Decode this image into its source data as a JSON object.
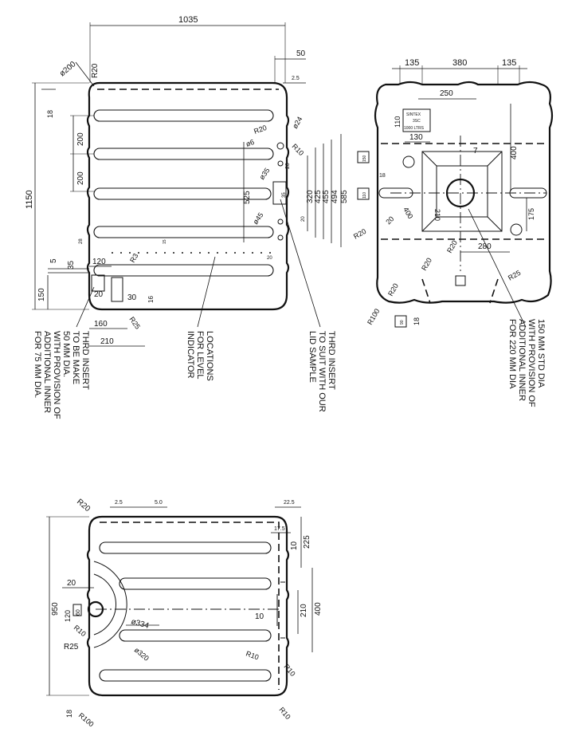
{
  "top_view": {
    "overall_width": "1035",
    "overall_height": "1150",
    "offset_50": "50",
    "wall_2_5": "2.5",
    "radius_r20": "R20",
    "diameter_200": "ø200",
    "dim_18": "18",
    "rib_spacing": [
      "200",
      "200"
    ],
    "dim_525": "525",
    "dims_stack": [
      "320",
      "425",
      "455",
      "494",
      "585"
    ],
    "diameter_24": "ø24",
    "diameter_6": "ø6",
    "radius_r10": "R10",
    "diameter_35": "ø35",
    "diameter_45": "ø45",
    "dim_35_small": "35",
    "dim_20_right": "20",
    "dim_20_a": "20",
    "dim_20_b": "20",
    "dim_15": "15",
    "dim_28": "28",
    "dim_5": "5",
    "dim_35": "35",
    "dim_120": "120",
    "radius_r3": "R3",
    "dim_150": "150",
    "dim_20_bottom": "20",
    "dim_30": "30",
    "dim_16": "16",
    "dim_160": "160",
    "radius_r25": "R25",
    "dim_210": "210",
    "note_left": [
      "THRD INSERT",
      "TO BE MAKE",
      "50 MM DIA.",
      "WITH PROVISION OF",
      "ADDITIONAL INNER",
      "FOR 75 MM DIA."
    ],
    "note_middle": [
      "LOCATIONS",
      "FOR LEVEL",
      "INDICATOR"
    ],
    "note_right": [
      "THRD INSERT",
      "TO SUIT WITH OUR",
      "LID SAMPLE"
    ]
  },
  "right_view": {
    "top_dims": [
      "135",
      "380",
      "135"
    ],
    "dim_250": "250",
    "dim_110": "110",
    "label_plate": [
      "SINTEX",
      "3SC",
      "1000 LTRS"
    ],
    "dim_130": "130",
    "dim_7": "7",
    "dim_400_v": "400",
    "dim_18": "18",
    "dim_150_small": "150",
    "dim_110_small": "110",
    "dim_210": "210",
    "dim_400_rot": "400",
    "dim_20_rot": "20",
    "radius_r20": "R20",
    "radius_r20_b": "R20",
    "radius_r20_c": "R20",
    "dim_175": "175",
    "dim_280": "280",
    "radius_r25": "R25",
    "radius_r20_d": "R20",
    "radius_r100": "R100",
    "dim_90": "90",
    "dim_18_bottom": "18",
    "note": [
      "150 MM STD DIA",
      "WITH PROVISION OF",
      "ADDITIONAL INNER",
      "FOR 220 MM DIA"
    ]
  },
  "bottom_view": {
    "radius_r20": "R20",
    "wall_2_5": "2.5",
    "dim_5_0": "5.0",
    "dim_22_5": "22.5",
    "dim_17_5": "17.5",
    "dim_225": "225",
    "dim_10_top": "10",
    "dim_400": "400",
    "dim_210": "210",
    "dim_10_mid": "10",
    "dim_950": "950",
    "dim_20": "20",
    "dim_120": "120",
    "dim_60": "60",
    "radius_r10_left": "R10",
    "diameter_334": "ø334",
    "radius_r25": "R25",
    "diameter_320": "ø320",
    "radius_r10_a": "R10",
    "radius_r10_b": "R10",
    "radius_r10_c": "R10",
    "dim_18": "18",
    "radius_r100": "R100"
  }
}
